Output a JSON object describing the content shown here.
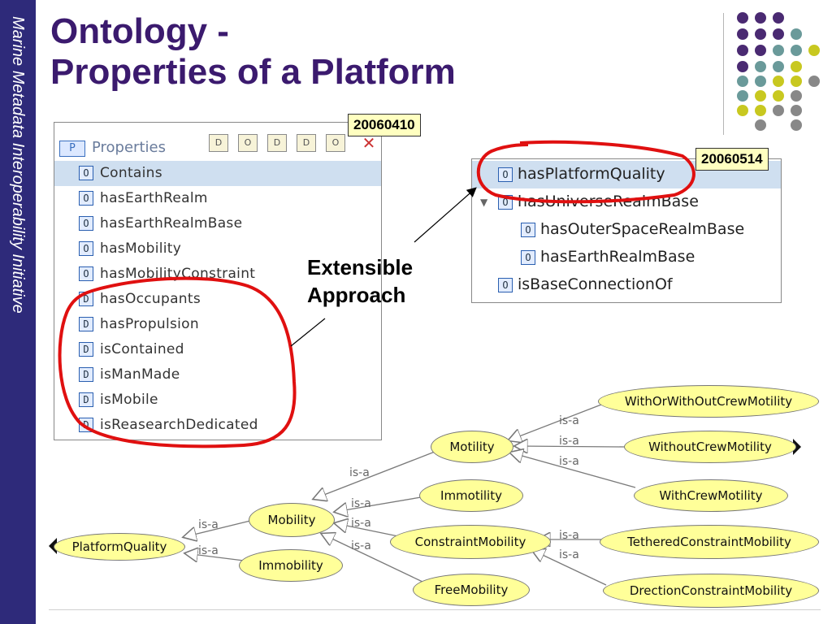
{
  "sidebar": {
    "text": "Marine Metadata Interoperability Initiative"
  },
  "title": {
    "line1": "Ontology -",
    "line2": "Properties of a Platform"
  },
  "stamps": {
    "left": "20060410",
    "right": "20060514"
  },
  "properties_panel": {
    "header_icon": "P",
    "header_title": "Properties",
    "toolbar": [
      "D",
      "O",
      "D",
      "D",
      "O"
    ],
    "rows": [
      {
        "badge": "O",
        "label": "Contains"
      },
      {
        "badge": "O",
        "label": "hasEarthRealm"
      },
      {
        "badge": "O",
        "label": "hasEarthRealmBase"
      },
      {
        "badge": "O",
        "label": "hasMobility"
      },
      {
        "badge": "O",
        "label": "hasMobilityConstraint"
      },
      {
        "badge": "D",
        "label": "hasOccupants"
      },
      {
        "badge": "D",
        "label": "hasPropulsion"
      },
      {
        "badge": "D",
        "label": "isContained"
      },
      {
        "badge": "D",
        "label": "isManMade"
      },
      {
        "badge": "D",
        "label": "isMobile"
      },
      {
        "badge": "D",
        "label": "isReasearchDedicated"
      }
    ]
  },
  "right_panel": {
    "rows": [
      {
        "badge": "O",
        "label": "hasPlatformQuality"
      },
      {
        "badge": "O",
        "label": "hasUniverseRealmBase"
      },
      {
        "badge": "O",
        "label": "hasOuterSpaceRealmBase"
      },
      {
        "badge": "O",
        "label": "hasEarthRealmBase"
      },
      {
        "badge": "O",
        "label": "isBaseConnectionOf"
      }
    ]
  },
  "callout": {
    "line1": "Extensible",
    "line2": "Approach"
  },
  "graph": {
    "nodes": {
      "platform_quality": "PlatformQuality",
      "mobility": "Mobility",
      "immobility": "Immobility",
      "motility": "Motility",
      "immotility": "Immotility",
      "constraint_mobility": "ConstraintMobility",
      "free_mobility": "FreeMobility",
      "with_or_without": "WithOrWithOutCrewMotility",
      "without_crew": "WithoutCrewMotility",
      "with_crew": "WithCrewMotility",
      "tethered": "TetheredConstraintMobility",
      "direction": "DrectionConstraintMobility"
    },
    "edge_label": "is-a"
  },
  "colors": {
    "sidebar": "#2e2a7a",
    "title": "#3b1a6e",
    "node_fill": "#ffff99",
    "highlight_circle": "#e01010",
    "stamp_fill": "#ffffc0"
  }
}
